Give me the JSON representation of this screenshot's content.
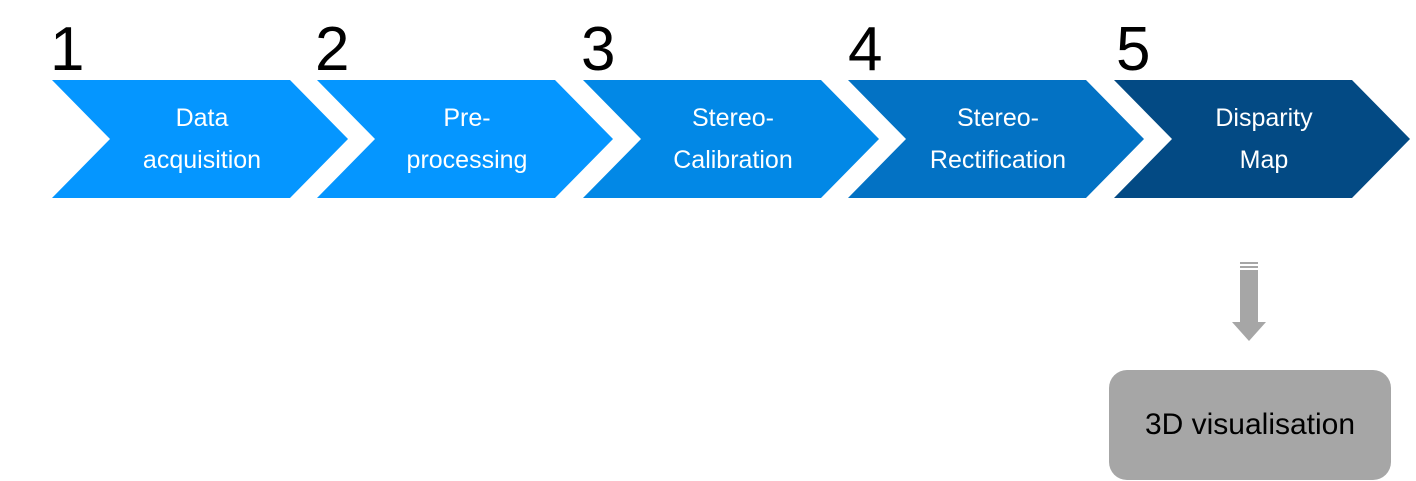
{
  "steps": [
    {
      "number": "1",
      "line1": "Data",
      "line2": "acquisition",
      "color": "#0596FF"
    },
    {
      "number": "2",
      "line1": "Pre-",
      "line2": "processing",
      "color": "#0596FF"
    },
    {
      "number": "3",
      "line1": "Stereo-",
      "line2": "Calibration",
      "color": "#0288E6"
    },
    {
      "number": "4",
      "line1": "Stereo-",
      "line2": "Rectification",
      "color": "#0372C4"
    },
    {
      "number": "5",
      "line1": "Disparity",
      "line2": "Map",
      "color": "#034A84"
    }
  ],
  "output": {
    "label": "3D visualisation",
    "color": "#A6A6A6"
  },
  "arrow": {
    "icon": "down-arrow-icon",
    "color": "#A6A6A6"
  }
}
